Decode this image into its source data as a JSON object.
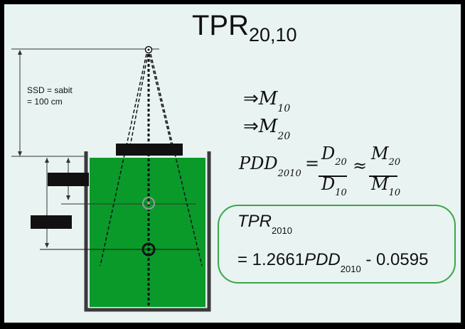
{
  "title": {
    "main": "TPR",
    "subscript": "20,10"
  },
  "ssd_label": "SSD = sabit\n= 100 cm",
  "measurements": [
    {
      "arrow": "⇒",
      "symbol": "M",
      "subscript": "10"
    },
    {
      "arrow": "⇒",
      "symbol": "M",
      "subscript": "20"
    }
  ],
  "pdd_equation": {
    "lhs": "PDD",
    "lhs_sub": "2010",
    "equals": "=",
    "frac1_num": "D",
    "frac1_num_sub": "20",
    "frac1_den": "D",
    "frac1_den_sub": "10",
    "approx": "≈",
    "frac2_num": "M",
    "frac2_num_sub": "20",
    "frac2_den": "M",
    "frac2_den_sub": "10"
  },
  "tpr_formula": {
    "lhs": "TPR",
    "lhs_sub": "2010",
    "rhs_prefix": "= 1.2661",
    "rhs_pdd": "PDD",
    "rhs_pdd_sub": "2010",
    "rhs_suffix": " - 0.0595"
  },
  "colors": {
    "slide_bg": "#e9f3f2",
    "water": "#0a9a2a",
    "box_border": "#3aa64a",
    "tank_wall": "#3a3a3a"
  }
}
